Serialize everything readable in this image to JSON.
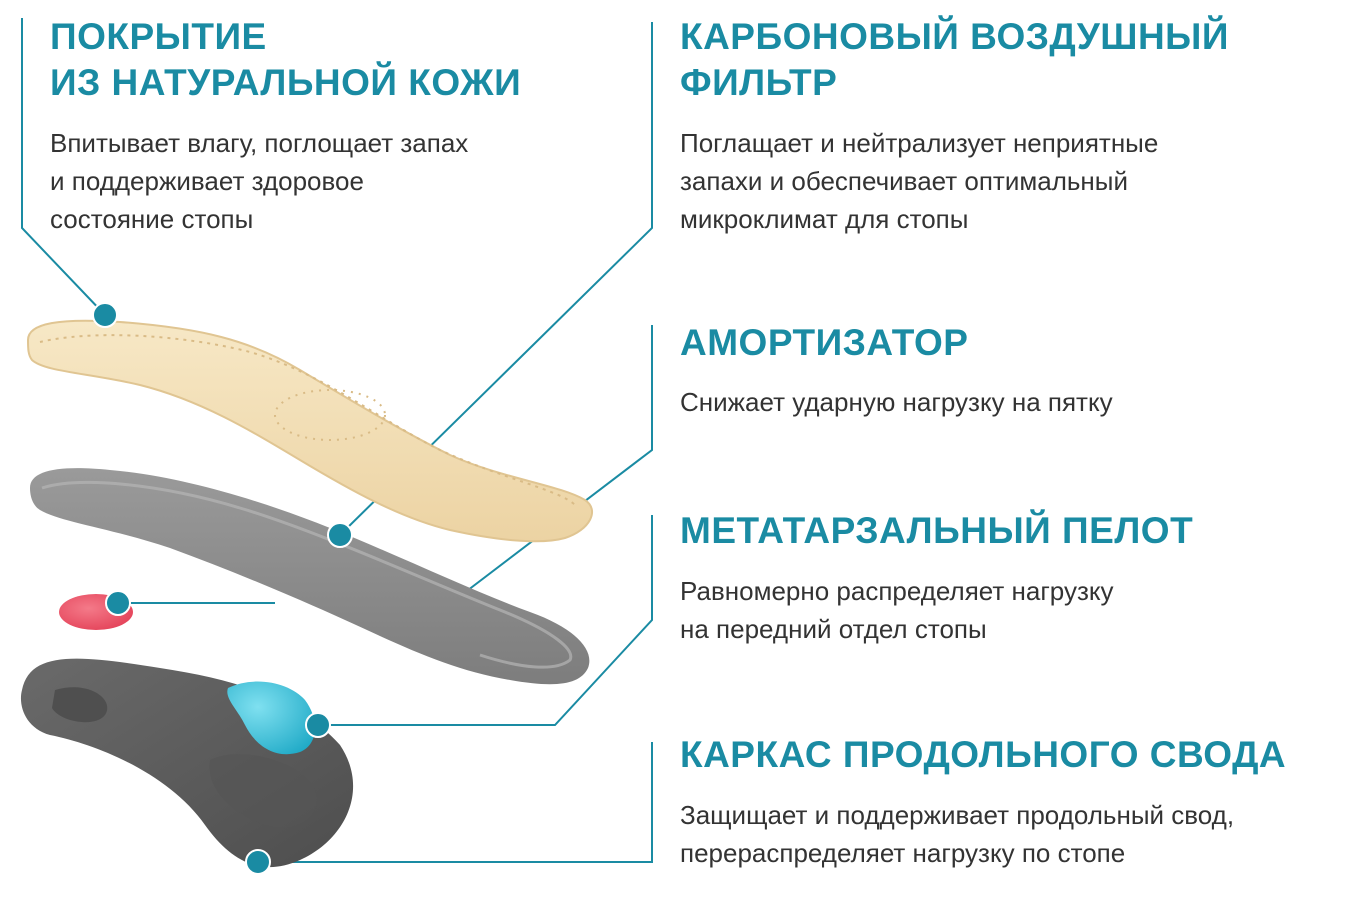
{
  "colors": {
    "accent": "#1a8ba3",
    "text": "#333333",
    "leather": "#f2dfb7",
    "gray_layer": "#8f8f8f",
    "dark_frame": "#5e5e5e",
    "pad_red": "#e8495e",
    "pad_cyan": "#26b8d3"
  },
  "layers": [
    {
      "id": "leather",
      "title_lines": [
        "ПОКРЫТИЕ",
        "ИЗ НАТУРАЛЬНОЙ КОЖИ"
      ],
      "desc_lines": [
        "Впитывает влагу, поглощает запах",
        "и поддерживает здоровое",
        "состояние стопы"
      ]
    },
    {
      "id": "carbon",
      "title_lines": [
        "КАРБОНОВЫЙ ВОЗДУШНЫЙ",
        "ФИЛЬТР"
      ],
      "desc_lines": [
        "Поглащает и нейтрализует неприятные",
        "запахи и обеспечивает оптимальный",
        "микроклимат для стопы"
      ]
    },
    {
      "id": "shock",
      "title_lines": [
        "АМОРТИЗАТОР"
      ],
      "desc_lines": [
        "Снижает ударную нагрузку на пятку"
      ]
    },
    {
      "id": "pelot",
      "title_lines": [
        "МЕТАТАРЗАЛЬНЫЙ ПЕЛОТ"
      ],
      "desc_lines": [
        "Равномерно распределяет нагрузку",
        "на передний отдел стопы"
      ]
    },
    {
      "id": "frame",
      "title_lines": [
        "КАРКАС ПРОДОЛЬНОГО СВОДА"
      ],
      "desc_lines": [
        "Защищает и поддерживает продольный свод,",
        "перераспределяет нагрузку по стопе"
      ]
    }
  ]
}
